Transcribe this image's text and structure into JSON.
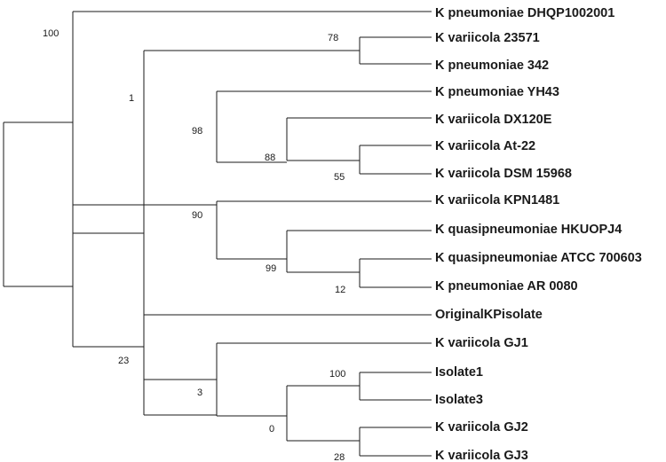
{
  "tree": {
    "leaves": [
      "K pneumoniae DHQP1002001",
      "K variicola 23571",
      "K pneumoniae 342",
      "K pneumoniae YH43",
      "K variicola DX120E",
      "K variicola At-22",
      "K variicola DSM 15968",
      "K variicola KPN1481",
      "K quasipneumoniae HKUOPJ4",
      "K quasipneumoniae ATCC 700603",
      "K pneumoniae AR 0080",
      "OriginalKPisolate",
      "K variicola GJ1",
      "Isolate1",
      "Isolate3",
      "K variicola GJ2",
      "K variicola GJ3"
    ],
    "support_values": [
      "100",
      "78",
      "1",
      "98",
      "88",
      "55",
      "90",
      "99",
      "12",
      "23",
      "3",
      "100",
      "0",
      "28"
    ]
  }
}
